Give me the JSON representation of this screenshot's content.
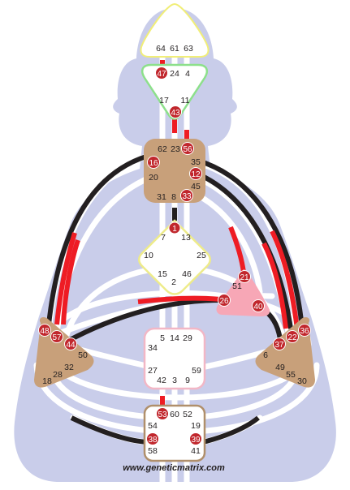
{
  "colors": {
    "background": "#ffffff",
    "silhouette": "#c9cdea",
    "channel": "#ffffff",
    "active_black": "#231f20",
    "active_red": "#ee1c24",
    "gate_red": "#c1272d",
    "center_defined": "#c8a07a",
    "center_open": "#ffffff",
    "head_border": "#f1ee78",
    "ajna_border": "#8de08b",
    "throat_border": "#c8a07a",
    "g_border": "#eeeb8a",
    "ego_fill": "#f7a7b6",
    "sacral_border": "#f2b7c6",
    "root_border": "#b08f6b"
  },
  "footer": {
    "website": "www.geneticmatrix.com"
  },
  "centers": {
    "head": {
      "gates": {
        "g64": "64",
        "g61": "61",
        "g63": "63"
      }
    },
    "ajna": {
      "gates": {
        "g47": "47",
        "g24": "24",
        "g4": "4",
        "g17": "17",
        "g11": "11",
        "g43": "43"
      }
    },
    "throat": {
      "gates": {
        "g62": "62",
        "g23": "23",
        "g56": "56",
        "g16": "16",
        "g35": "35",
        "g20": "20",
        "g12": "12",
        "g45": "45",
        "g31": "31",
        "g8": "8",
        "g33": "33"
      }
    },
    "g": {
      "gates": {
        "g1": "1",
        "g7": "7",
        "g13": "13",
        "g10": "10",
        "g25": "25",
        "g15": "15",
        "g2": "2",
        "g46": "46"
      }
    },
    "ego": {
      "gates": {
        "g21": "21",
        "g51": "51",
        "g26": "26",
        "g40": "40"
      }
    },
    "spleen": {
      "gates": {
        "g48": "48",
        "g57": "57",
        "g44": "44",
        "g50": "50",
        "g32": "32",
        "g28": "28",
        "g18": "18"
      }
    },
    "sacral": {
      "gates": {
        "g5": "5",
        "g14": "14",
        "g29": "29",
        "g34": "34",
        "g27": "27",
        "g59": "59",
        "g42": "42",
        "g3": "3",
        "g9": "9"
      }
    },
    "solar": {
      "gates": {
        "g36": "36",
        "g22": "22",
        "g37": "37",
        "g6": "6",
        "g49": "49",
        "g55": "55",
        "g30": "30"
      }
    },
    "root": {
      "gates": {
        "g53": "53",
        "g60": "60",
        "g52": "52",
        "g54": "54",
        "g19": "19",
        "g38": "38",
        "g39": "39",
        "g58": "58",
        "g41": "41"
      }
    }
  }
}
